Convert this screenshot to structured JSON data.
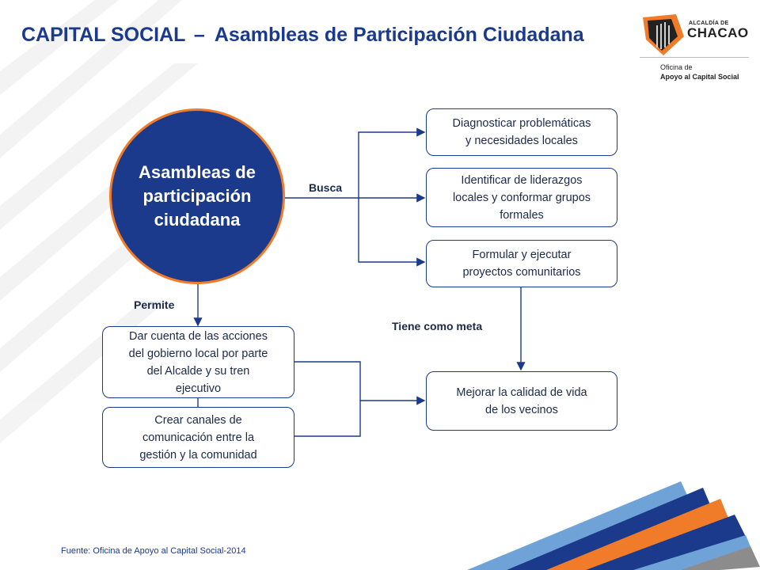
{
  "header": {
    "title_part1": "CAPITAL SOCIAL",
    "title_dash": "–",
    "title_part2": "Asambleas de Participación Ciudadana"
  },
  "logo": {
    "brand_small": "ALCALDÍA DE",
    "brand_big": "CHACAO",
    "office_line1": "Oficina de",
    "office_line2": "Apoyo al Capital Social"
  },
  "diagram": {
    "center": "Asambleas de\nparticipación\nciudadana",
    "labels": {
      "busca": "Busca",
      "permite": "Permite",
      "tiene_como_meta": "Tiene como meta"
    },
    "goals": [
      "Diagnosticar problemáticas\ny necesidades locales",
      "Identificar de liderazgos\nlocales y conformar grupos\nformales",
      "Formular y ejecutar\nproyectos comunitarios"
    ],
    "allows": [
      "Dar cuenta de las acciones\ndel gobierno local por parte\ndel Alcalde y su tren\nejecutivo",
      "Crear canales de\ncomunicación entre la\ngestión y la comunidad"
    ],
    "target": "Mejorar la calidad de vida\nde los vecinos"
  },
  "footer": {
    "source": "Fuente: Oficina de Apoyo al Capital Social-2014"
  },
  "colors": {
    "navy": "#1b3a8c",
    "orange": "#f07c2a",
    "light_blue": "#6fa3d8",
    "gray": "#8c8c8c"
  }
}
